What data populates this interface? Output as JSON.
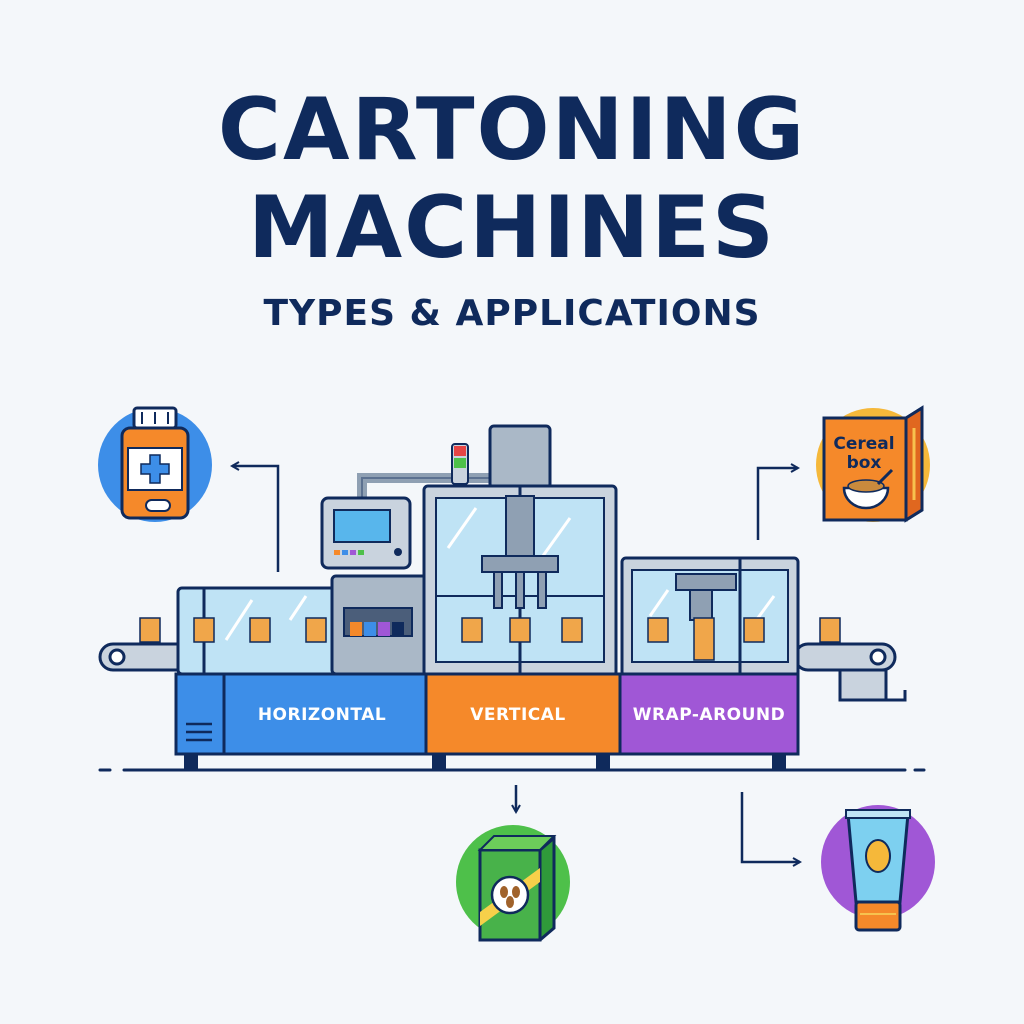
{
  "header": {
    "title_line_1": "CARTONING",
    "title_line_2": "MACHINES",
    "subtitle": "TYPES & APPLICATIONS"
  },
  "machine": {
    "sections": [
      {
        "label": "HORIZONTAL",
        "color": "#3d8ee8"
      },
      {
        "label": "VERTICAL",
        "color": "#f5892a"
      },
      {
        "label": "WRAP-AROUND",
        "color": "#a057d6"
      }
    ],
    "frame_color": "#0f2a5c",
    "glass_color": "#bfe3f5",
    "product_color": "#f0a64a"
  },
  "applications": {
    "pharma_icon": "medicine-bottle-icon",
    "food_icon": "cereal-box-icon",
    "cereal_box_text_line_1": "Cereal",
    "cereal_box_text_line_2": "box",
    "snack_icon": "snack-carton-icon",
    "cosmetics_icon": "cosmetic-tube-icon"
  }
}
